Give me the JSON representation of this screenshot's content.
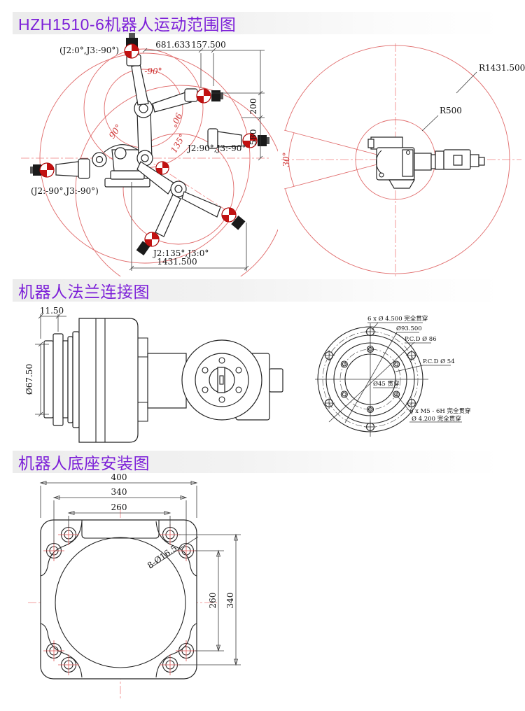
{
  "colors": {
    "title_purple": "#7c1fd8",
    "title_bar_bg": "#ececec",
    "red_arc": "#e06a6a",
    "centerline_red": "#f08080",
    "drawing_black": "#222222",
    "ball_red": "#c11111"
  },
  "motion": {
    "title": "HZH1510-6机器人运动范围图",
    "labels": {
      "pose_up": "(J2:0°,J3:-90°)",
      "pose_right": "J2:90°,J3:-90°",
      "pose_left": "(J2:-90°,J3:-90°)",
      "pose_down": "J2:135°,J3:0°",
      "angle_minus90": "-90°",
      "angle_90_left": "90°",
      "angle_90_right": "90°",
      "angle_135": "135°",
      "dim_reach_a": "681.633",
      "dim_reach_b": "157.500",
      "dim_200": "200",
      "dim_580": "580",
      "dim_total": "1431.500"
    },
    "top_view": {
      "radius_outer": "R1431.500",
      "radius_inner": "R500",
      "angle_30": "30°"
    }
  },
  "flange": {
    "title": "机器人法兰连接图",
    "side_view": {
      "dim_width": "11.50",
      "dim_diameter": "Ø67.50"
    },
    "front_view": {
      "callout_holes_outer": "6 x Ø 4.500 完全贯穿",
      "callout_od": "Ø93.500",
      "callout_pcd_outer": "P.C.D Ø 86",
      "callout_pcd_inner": "P.C.D Ø 54",
      "callout_bore": "Ø45 贯穿",
      "callout_thread_line1": "6 x M5 - 6H 完全贯穿",
      "callout_thread_line2": "Ø 4.200 完全贯穿"
    }
  },
  "base": {
    "title": "机器人底座安装图",
    "dims": {
      "width_outer": "400",
      "width_mid": "340",
      "width_inner": "260",
      "height_inner": "260",
      "height_outer": "340",
      "holes": "8-Ø16.5"
    }
  }
}
